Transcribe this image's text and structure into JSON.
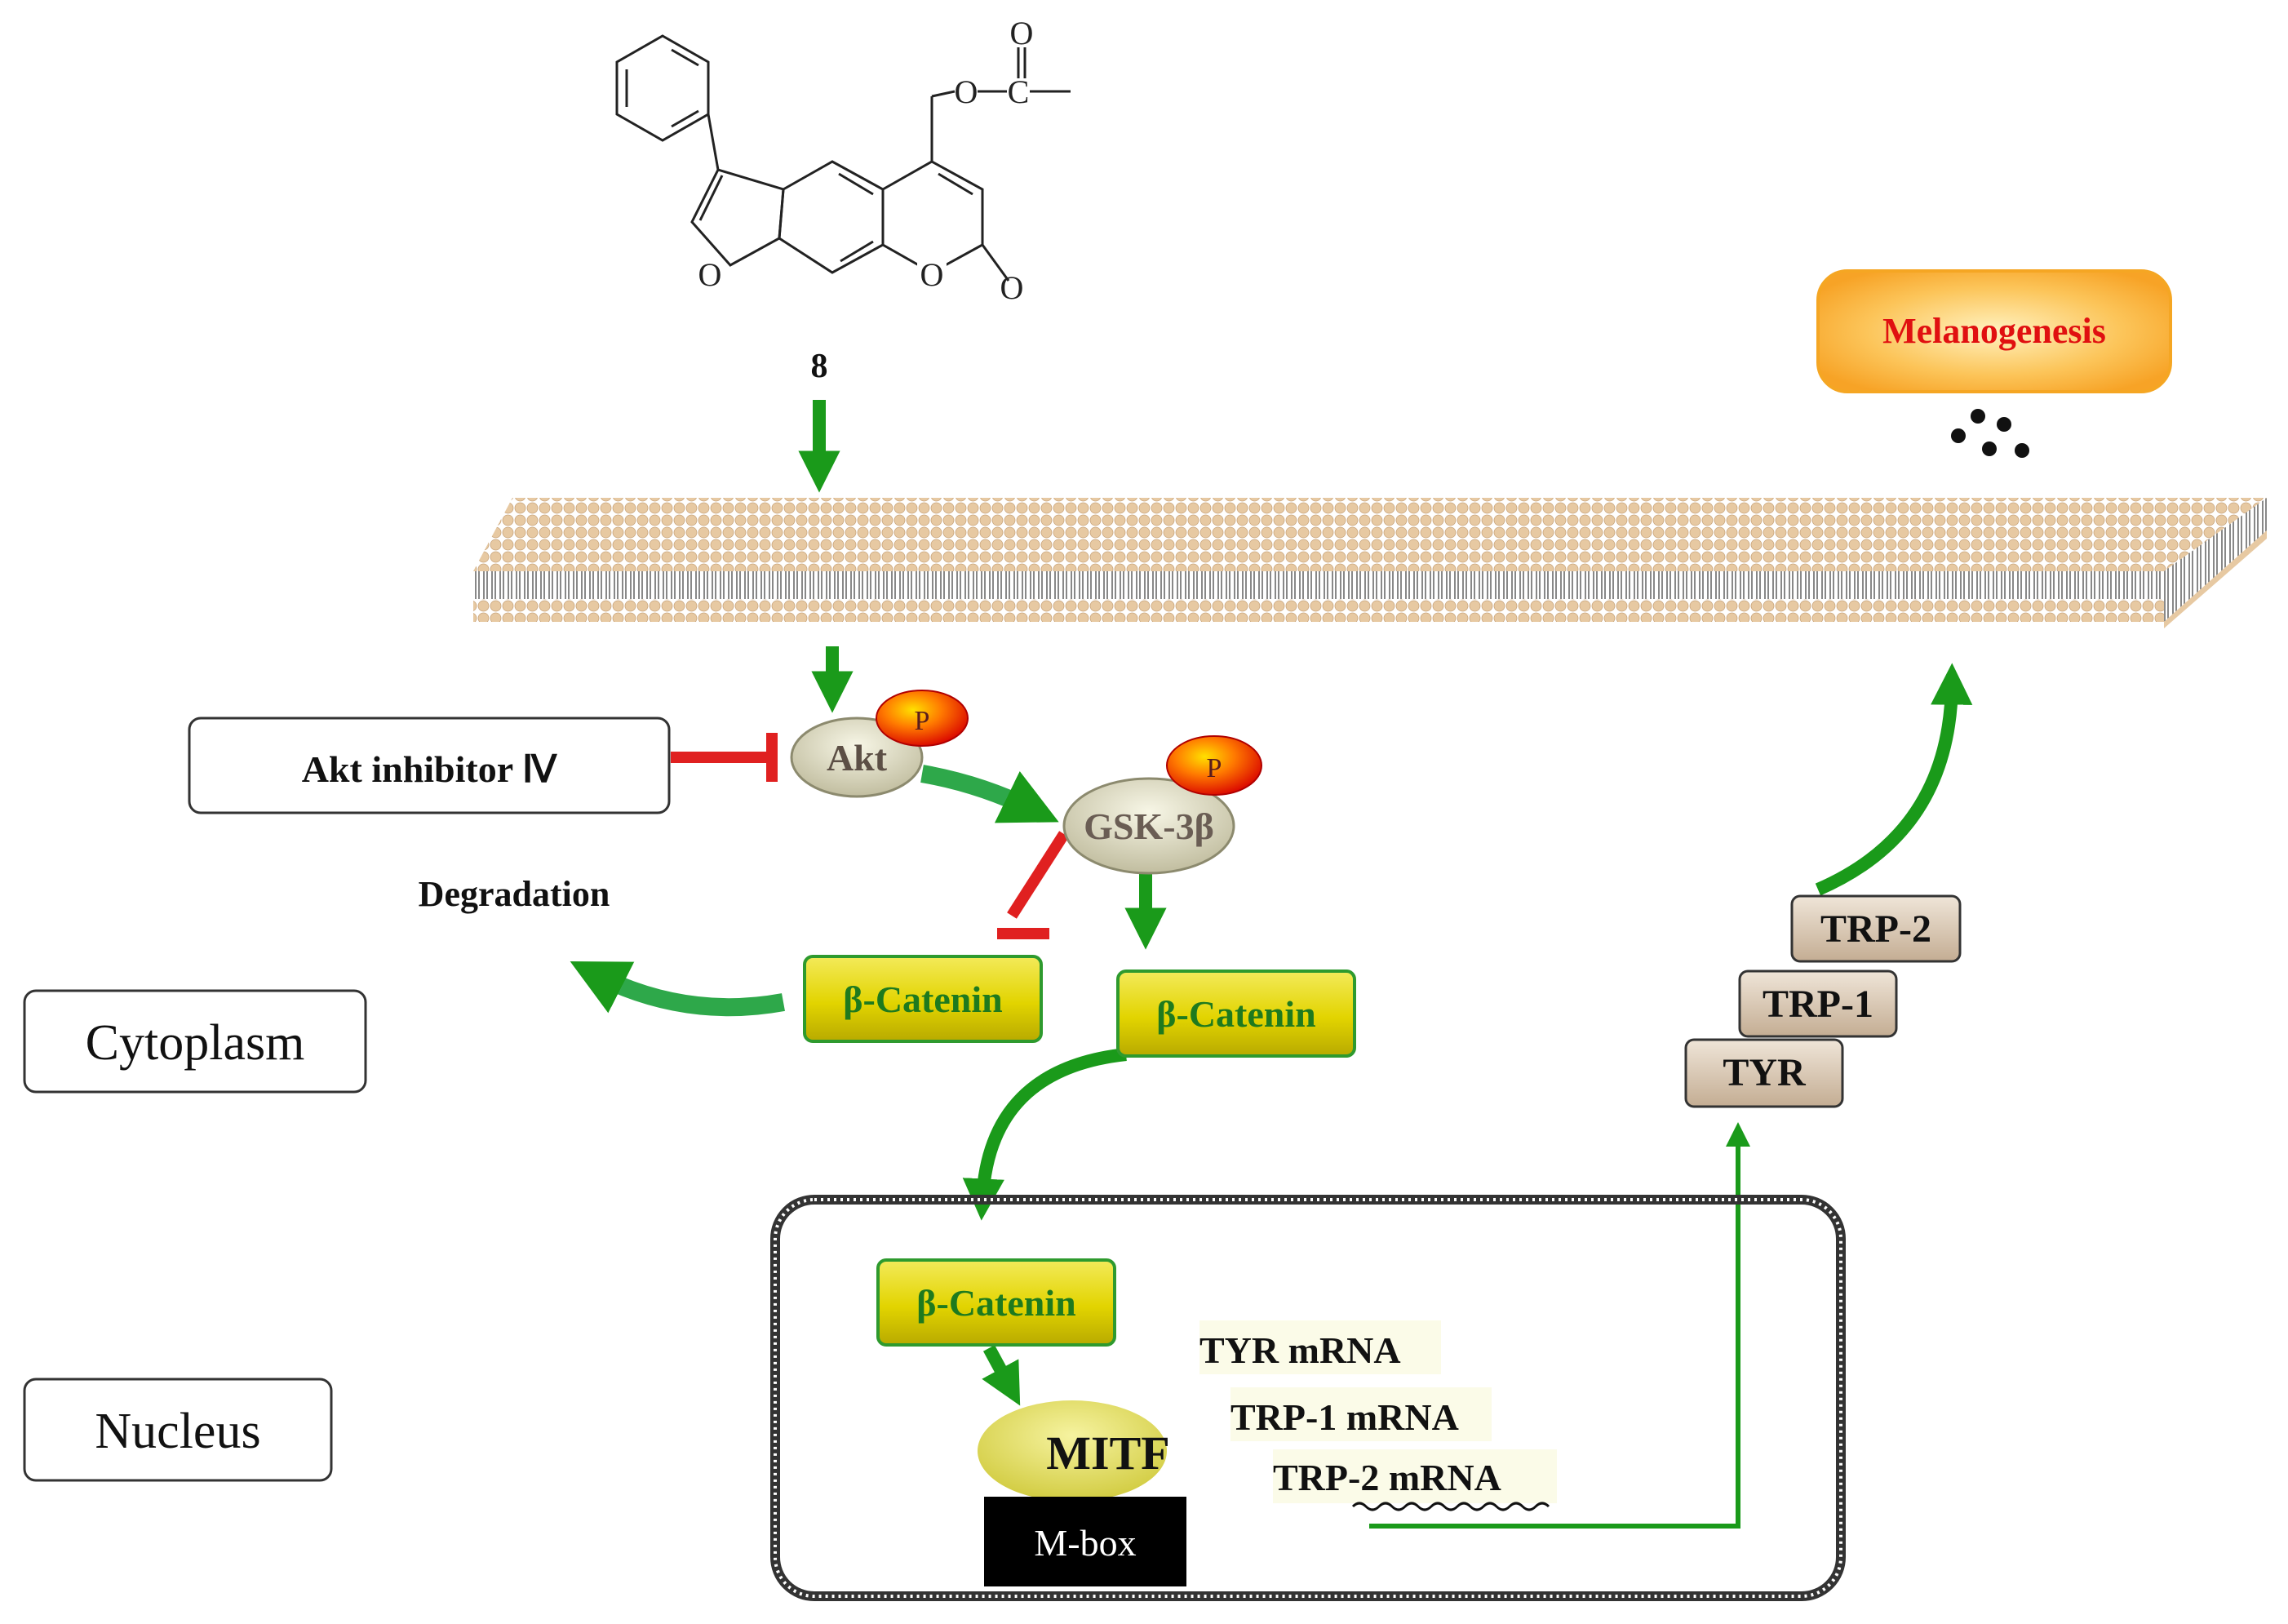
{
  "compound": {
    "label": "8",
    "atoms": {
      "ring_o_furan": "O",
      "ring_o_lactone": "O",
      "carbonyl_o": "O",
      "ester_o": "O",
      "ester_c": "C",
      "ester_carbonyl_o": "O"
    }
  },
  "regions": {
    "cytoplasm": "Cytoplasm",
    "nucleus": "Nucleus"
  },
  "inhibitor": "Akt inhibitor Ⅳ",
  "degradation": "Degradation",
  "nodes": {
    "akt": "Akt",
    "gsk": "GSK-3β",
    "phospho": "P",
    "catenin_degraded": "β-Catenin",
    "catenin_stable": "β-Catenin",
    "catenin_nuclear": "β-Catenin",
    "mitf": "MITF",
    "mbox": "M-box"
  },
  "mrna": {
    "tyr": "TYR mRNA",
    "trp1": "TRP-1 mRNA",
    "trp2": "TRP-2 mRNA"
  },
  "enzymes": {
    "tyr": "TYR",
    "trp1": "TRP-1",
    "trp2": "TRP-2"
  },
  "outcome": "Melanogenesis",
  "colors": {
    "activate": "#1a9a1a",
    "inhibit": "#e02020",
    "catenin_fill": "#e0d300",
    "catenin_border": "#2e9a2e",
    "catenin_text": "#1e7a1e",
    "melanogenesis_fill": "#fbb040",
    "melanogenesis_text": "#e01010",
    "membrane": "#e9cda7",
    "enzyme_fill": "#d9c7b2",
    "node_fill": "#dcdab8"
  }
}
